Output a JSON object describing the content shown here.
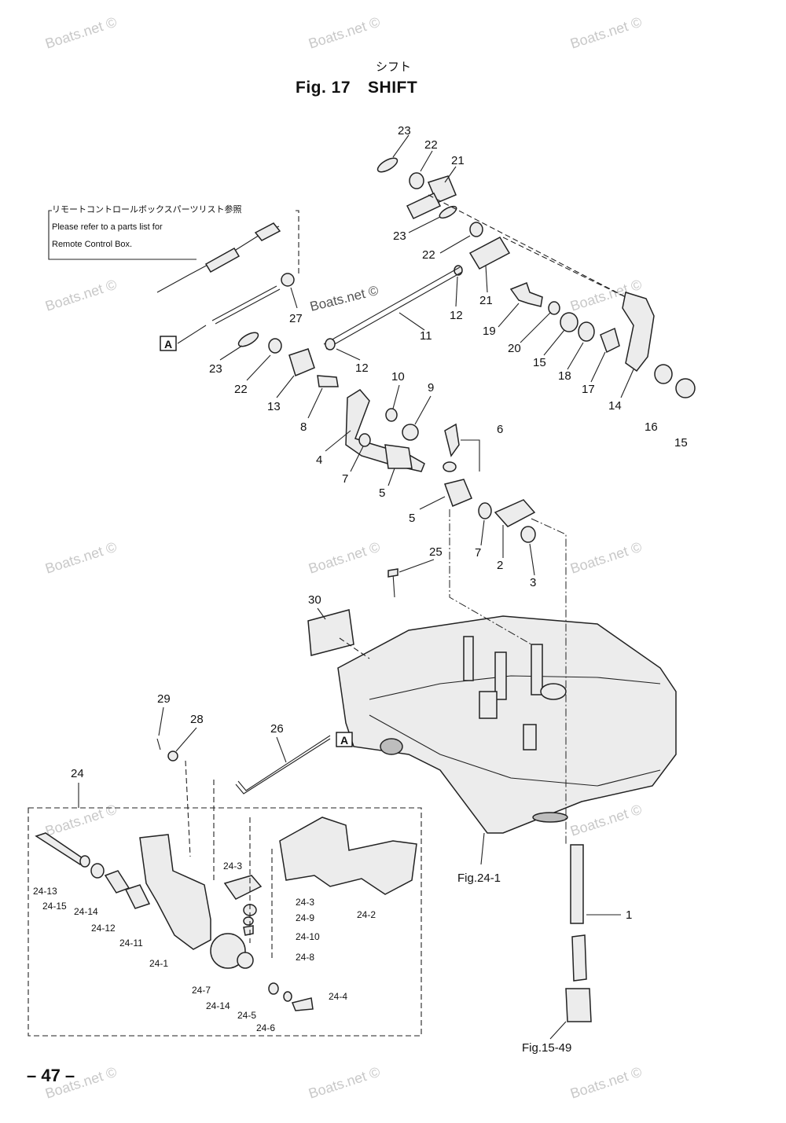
{
  "header": {
    "title_jp": "シフト",
    "fig_label": "Fig. 17",
    "fig_name": "SHIFT"
  },
  "note": {
    "jp": "リモートコントロールボックスパーツリスト参照",
    "en_line1": "Please refer to a parts list for",
    "en_line2": "Remote Control Box."
  },
  "watermark": "Boats.net ©",
  "watermark_main": "Boats.net ©",
  "box_marker": "A",
  "references": {
    "fig24": "Fig.24-1",
    "fig15": "Fig.15-49"
  },
  "part_labels": {
    "p23a": "23",
    "p22a": "22",
    "p21a": "21",
    "p23b": "23",
    "p22b": "22",
    "p21b": "21",
    "p27": "27",
    "p12a": "12",
    "p11": "11",
    "p12b": "12",
    "p19": "19",
    "p20": "20",
    "p15a": "15",
    "p18": "18",
    "p17": "17",
    "p14": "14",
    "p16": "16",
    "p15b": "15",
    "p23c": "23",
    "p22c": "22",
    "p13": "13",
    "p8": "8",
    "p10": "10",
    "p9": "9",
    "p6": "6",
    "p4": "4",
    "p7a": "7",
    "p5a": "5",
    "p5b": "5",
    "p7b": "7",
    "p2": "2",
    "p3": "3",
    "p25": "25",
    "p30": "30",
    "p29": "29",
    "p28": "28",
    "p26": "26",
    "p24": "24",
    "p1": "1",
    "s24_13": "24-13",
    "s24_15": "24-15",
    "s24_14a": "24-14",
    "s24_12": "24-12",
    "s24_11": "24-11",
    "s24_1": "24-1",
    "s24_7": "24-7",
    "s24_14b": "24-14",
    "s24_5": "24-5",
    "s24_6": "24-6",
    "s24_4": "24-4",
    "s24_3a": "24-3",
    "s24_3b": "24-3",
    "s24_9": "24-9",
    "s24_10": "24-10",
    "s24_8": "24-8",
    "s24_2": "24-2"
  },
  "page_number": "– 47 –"
}
